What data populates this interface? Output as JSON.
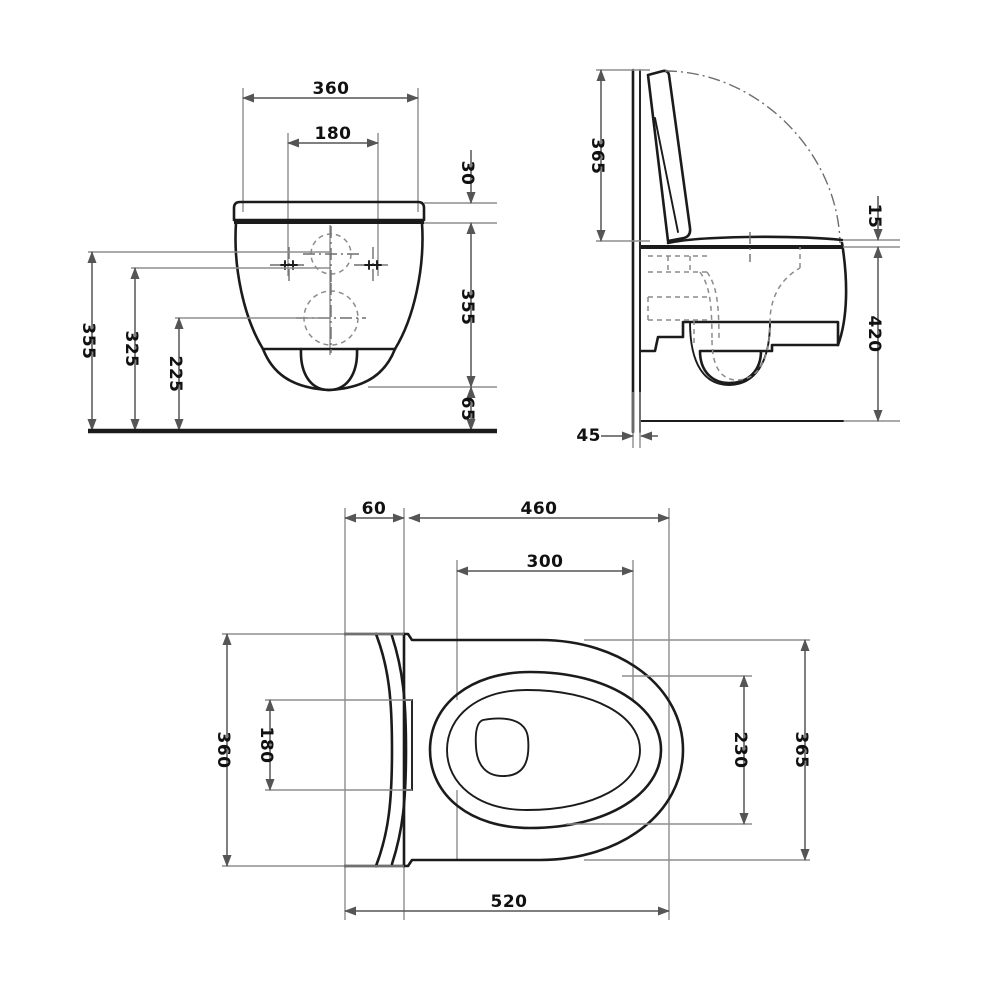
{
  "document": {
    "type": "technical-dimension-drawing",
    "subject": "Wall-hung toilet (WC) with seat",
    "units": "mm",
    "background_color": "#ffffff",
    "line_color": "#1b1b1b",
    "dimension_color": "#555555",
    "hidden_line_color": "#8c8c8c"
  },
  "views": {
    "front": {
      "name": "Front elevation",
      "dimensions": {
        "top_width_360": "360",
        "bolt_spacing_180": "180",
        "seat_thickness_30": "30",
        "left_total_355": "355",
        "left_upper_325": "325",
        "left_lower_225": "225",
        "right_body_355": "355",
        "right_gap_65": "65"
      },
      "features": [
        "seat-lid-band",
        "bowl-outline",
        "left-mounting-bolt-cross",
        "right-mounting-bolt-cross",
        "flush-inlet-circle",
        "waste-outlet-circle",
        "floor-line"
      ]
    },
    "side": {
      "name": "Side elevation",
      "dimensions": {
        "lid_open_height_365": "365",
        "seat_top_offset_15": "15",
        "mounting_height_420": "420",
        "wall_offset_45": "45"
      },
      "features": [
        "wall-line",
        "raised-lid",
        "lid-swing-arc",
        "bowl-profile",
        "hidden-internal-trap",
        "floor-line"
      ]
    },
    "plan": {
      "name": "Top / plan view",
      "dimensions": {
        "tank_depth_60": "60",
        "bowl_length_460": "460",
        "seat_opening_length_300": "300",
        "overall_width_360": "360",
        "bolt_spacing_180": "180",
        "seat_opening_width_230": "230",
        "overall_depth_365": "365",
        "overall_length_520": "520"
      },
      "features": [
        "seat-outline",
        "seat-inner-ring",
        "bowl-opening",
        "rear-flush-plate",
        "center-keyhole"
      ]
    }
  },
  "dimension_values": {
    "d360": "360",
    "d180": "180",
    "d30": "30",
    "d355a": "355",
    "d325": "325",
    "d225": "225",
    "d355b": "355",
    "d65": "65",
    "d365a": "365",
    "d15": "15",
    "d420": "420",
    "d45": "45",
    "d60": "60",
    "d460": "460",
    "d300": "300",
    "d360b": "360",
    "d180b": "180",
    "d230": "230",
    "d365b": "365",
    "d520": "520"
  }
}
